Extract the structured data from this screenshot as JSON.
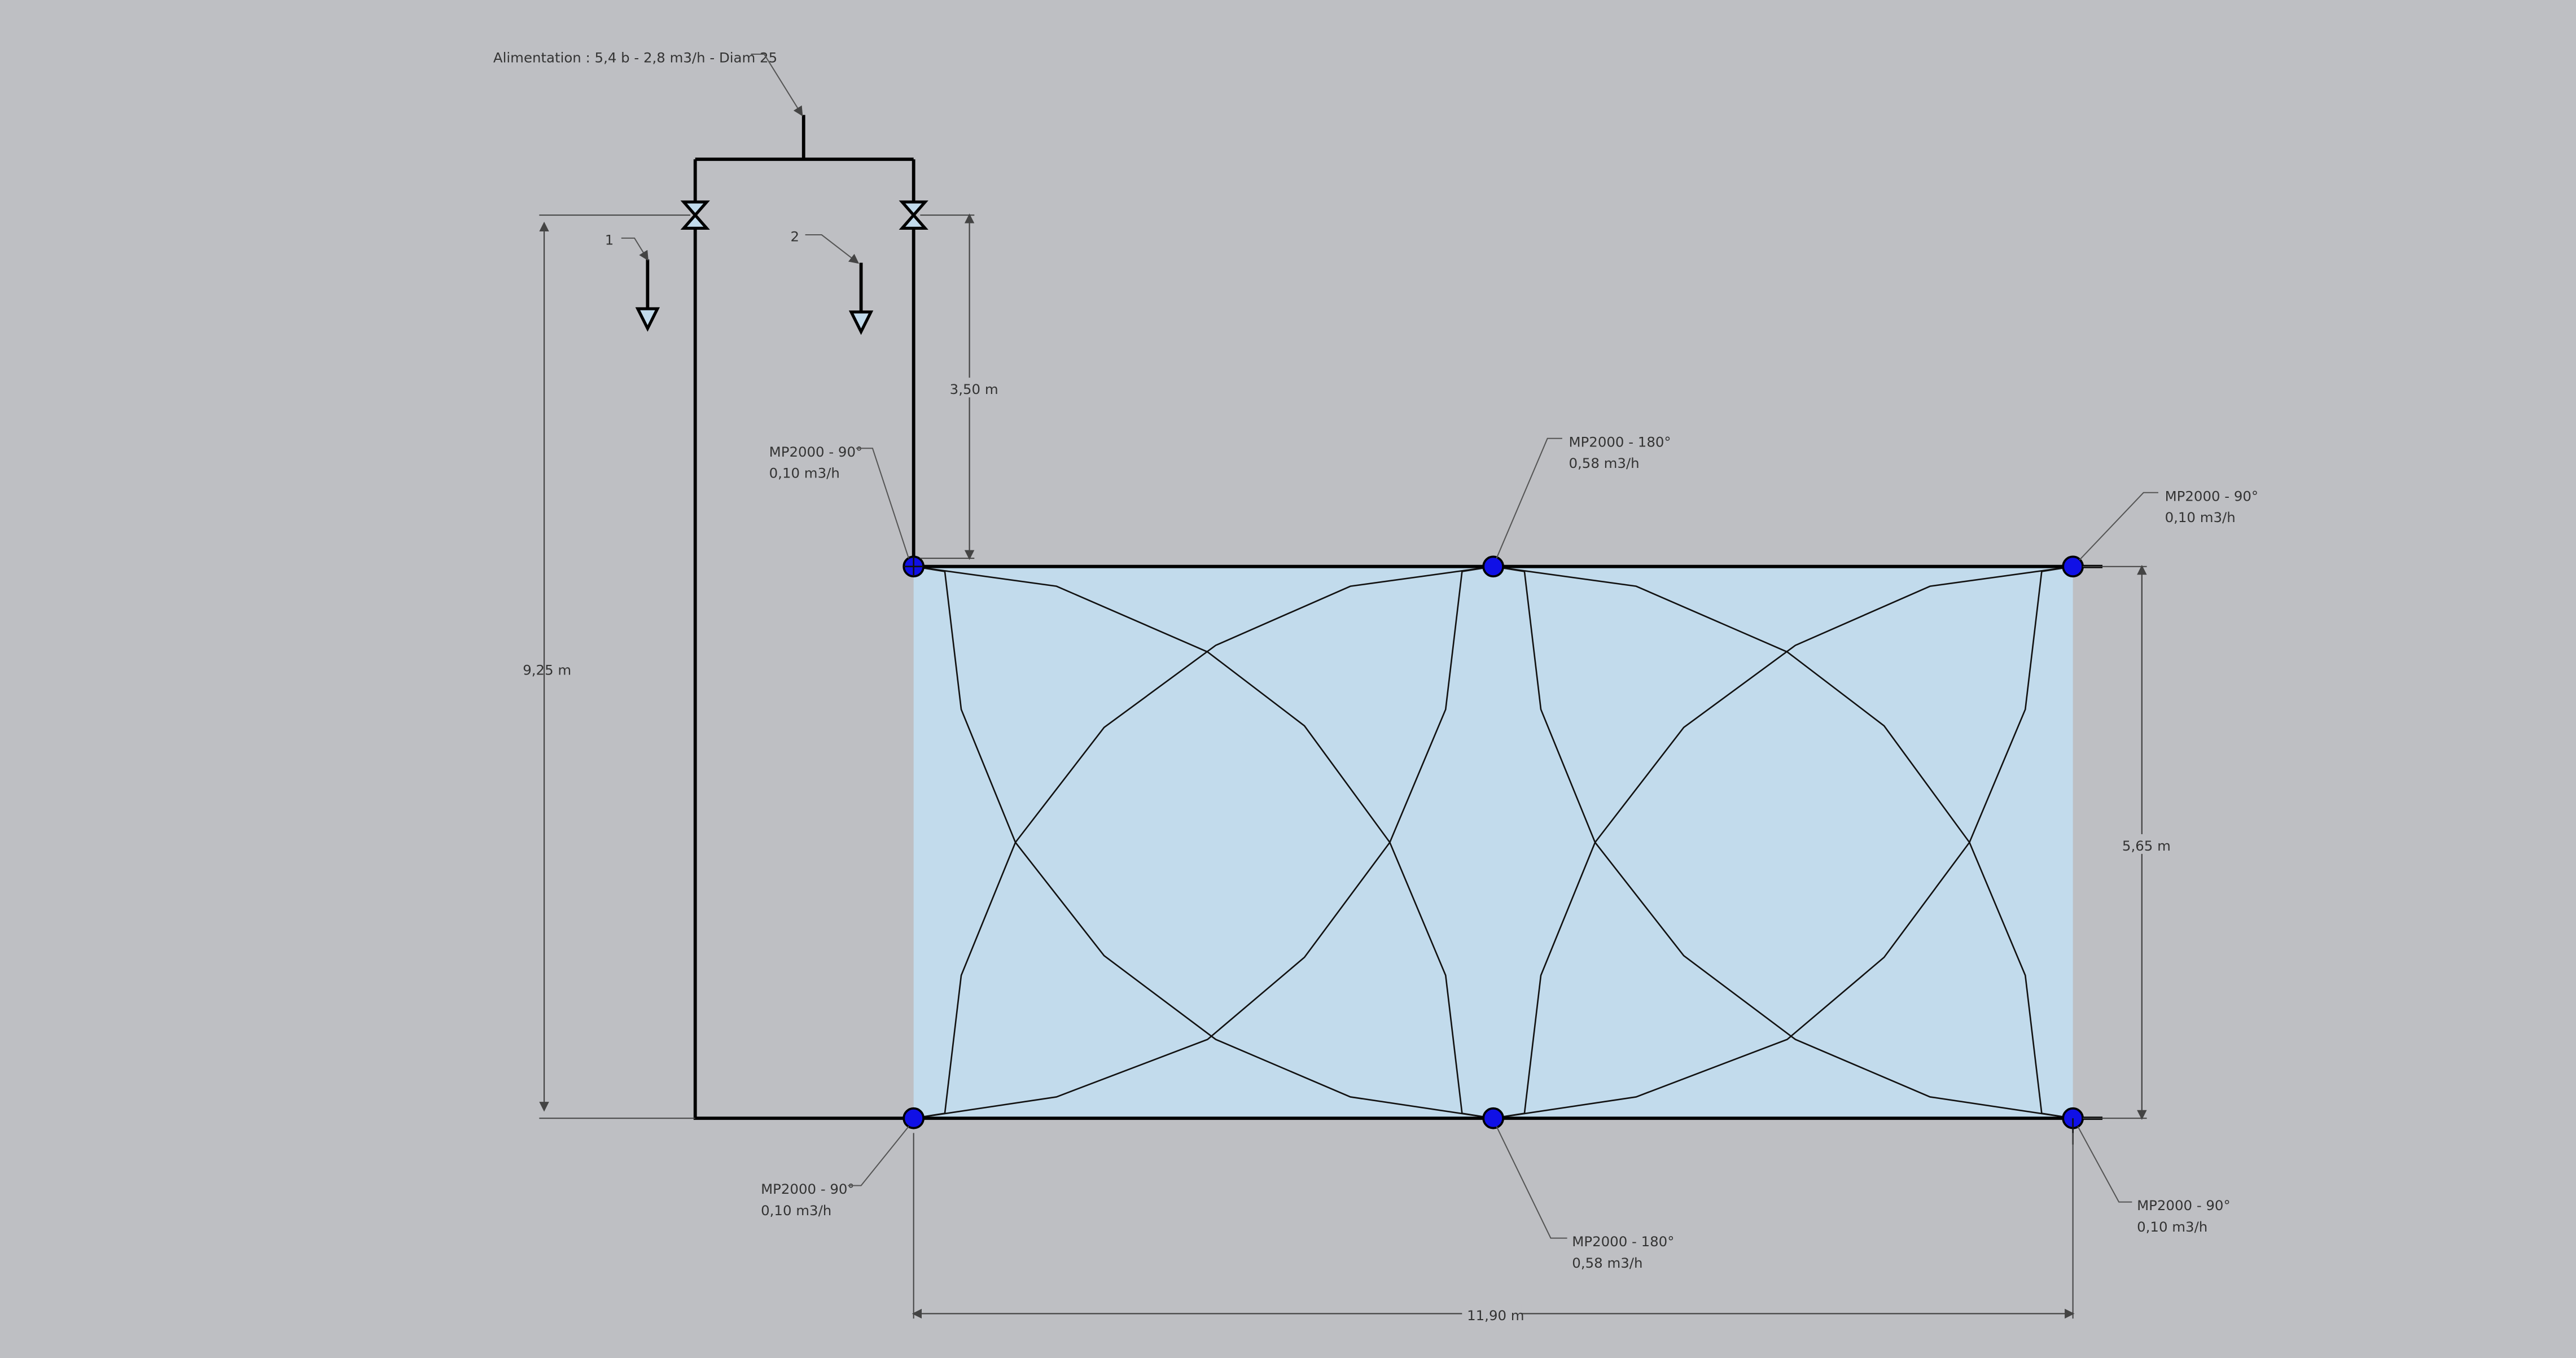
{
  "supply_label": "Alimentation : 5,4 b - 2,8 m3/h - Diam 25",
  "drains": [
    {
      "label": "1"
    },
    {
      "label": "2"
    }
  ],
  "sprinklers": [
    {
      "model": "MP2000 - 90°",
      "flow": "0,10 m3/h"
    },
    {
      "model": "MP2000 - 180°",
      "flow": "0,58 m3/h"
    },
    {
      "model": "MP2000 - 90°",
      "flow": "0,10 m3/h"
    },
    {
      "model": "MP2000 - 90°",
      "flow": "0,10 m3/h"
    },
    {
      "model": "MP2000 - 180°",
      "flow": "0,58 m3/h"
    },
    {
      "model": "MP2000 - 90°",
      "flow": "0,10 m3/h"
    }
  ],
  "dimensions": {
    "total_height": "9,25 m",
    "pipe_drop": "3,50 m",
    "zone_height": "5,65 m",
    "zone_width": "11,90 m"
  },
  "colors": {
    "background": "#bebfc3",
    "zone_fill": "#c2dbec",
    "sprinkler": "#1010e6"
  }
}
